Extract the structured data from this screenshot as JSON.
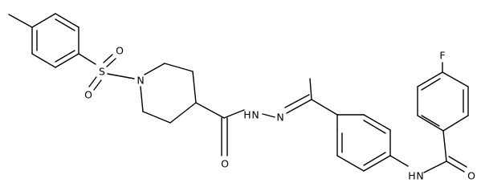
{
  "diagram": {
    "type": "chemical-structure",
    "atom_labels": {
      "sulfur": "S",
      "sulfonyl_oxygen_upper": "O",
      "sulfonyl_oxygen_lower": "O",
      "piperidine_nitrogen": "N",
      "hydrazide_nitrogen": "N",
      "hydrazide_hydrogen": "H",
      "imine_nitrogen": "N",
      "hydrazide_carbonyl_oxygen": "O",
      "amide_nitrogen": "N",
      "amide_hydrogen": "H",
      "amide_carbonyl_oxygen": "O",
      "fluorine": "F"
    }
  }
}
